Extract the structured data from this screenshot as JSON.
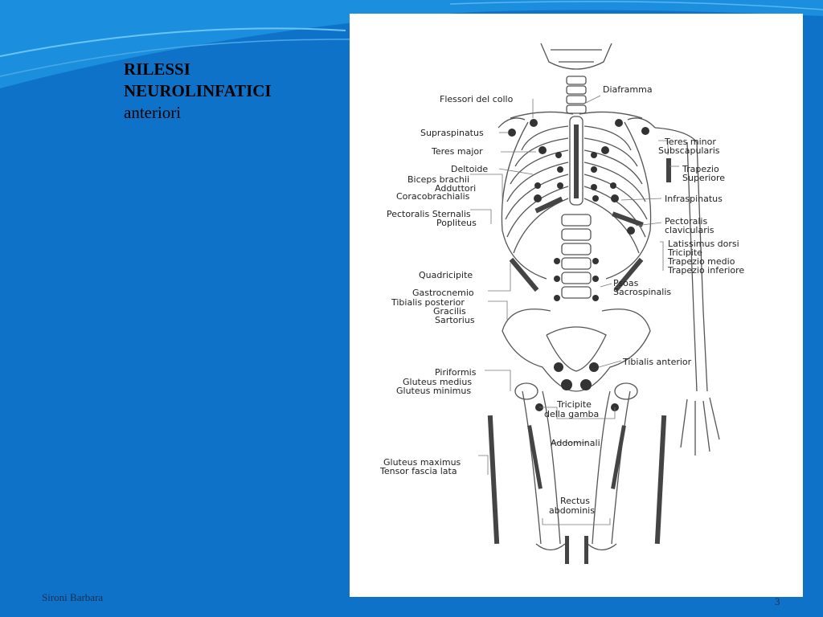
{
  "slide": {
    "title_line1": "RILESSI",
    "title_line2": "NEUROLINFATICI",
    "subtitle": "anteriori",
    "footer": "Sironi Barbara",
    "page_number": "3"
  },
  "diagram": {
    "labels_left": [
      "Flessori del collo",
      "Supraspinatus",
      "Teres major",
      "Deltoide",
      "Biceps brachii",
      "Adduttori",
      "Coracobrachialis",
      "Pectoralis Sternalis",
      "Popliteus",
      "Quadricipite",
      "Gastrocnemio",
      "Tibialis posterior",
      "Gracilis",
      "Sartorius",
      "Piriformis",
      "Gluteus medius",
      "Gluteus minimus",
      "Gluteus maximus",
      "Tensor fascia lata"
    ],
    "labels_right": [
      "Diaframma",
      "Teres minor",
      "Subscapularis",
      "Trapezio",
      "Superiore",
      "Infraspinatus",
      "Pectoralis",
      "clavicularis",
      "Latissimus dorsi",
      "Tricipite",
      "Trapezio medio",
      "Trapezio inferiore",
      "Psoas",
      "Sacrospinalis",
      "Tibialis anterior"
    ],
    "labels_center": [
      "Tricipite",
      "della gamba",
      "Addominali",
      "Rectus",
      "abdominis"
    ]
  }
}
